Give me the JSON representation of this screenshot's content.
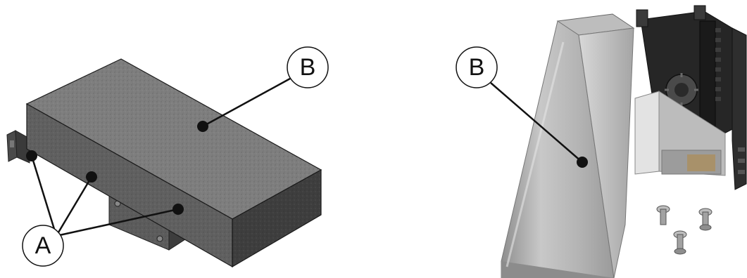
{
  "figure": {
    "left_panel": {
      "callout_a_label": "A",
      "callout_b_label": "B"
    },
    "right_panel": {
      "callout_b_label": "B"
    }
  },
  "colors": {
    "box_top": "#7e7e7e",
    "box_front": "#5f5f5f",
    "box_side": "#3f3f3f",
    "metal_light": "#c9c9c9",
    "metal_mid": "#a7a7a7",
    "metal_dark": "#8a8a8a",
    "mechanism_dark": "#262626",
    "line": "#111111"
  }
}
